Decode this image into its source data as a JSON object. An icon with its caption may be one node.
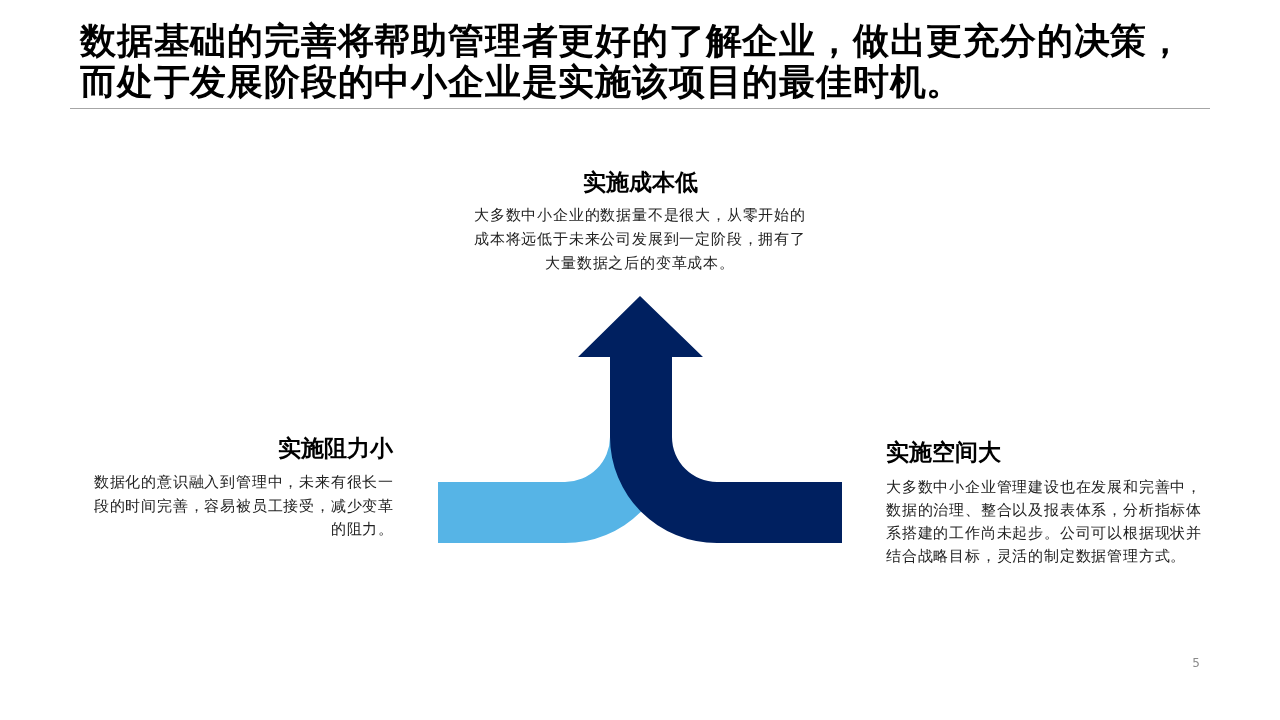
{
  "diagram": {
    "title": "数据基础的完善将帮助管理者更好的了解企业，做出更充分的决策，而处于发展阶段的中小企业是实施该项目的最佳时机。",
    "labels": [
      "实施成本低",
      "大多数中小企业的数据量不是很大，从零开始的成本将远低于未来公司发展到一定阶段，拥有了大量数据之后的变革成本。",
      "实施阻力小",
      "数据化的意识融入到管理中，未来有很长一段的时间完善，容易被员工接受，减少变革的阻力。",
      "实施空间大",
      "大多数中小企业管理建设也在发展和完善中，数据的治理、整合以及报表体系，分析指标体系搭建的工作尚未起步。公司可以根据现状并结合战略目标，灵活的制定数据管理方式。",
      "5"
    ]
  }
}
